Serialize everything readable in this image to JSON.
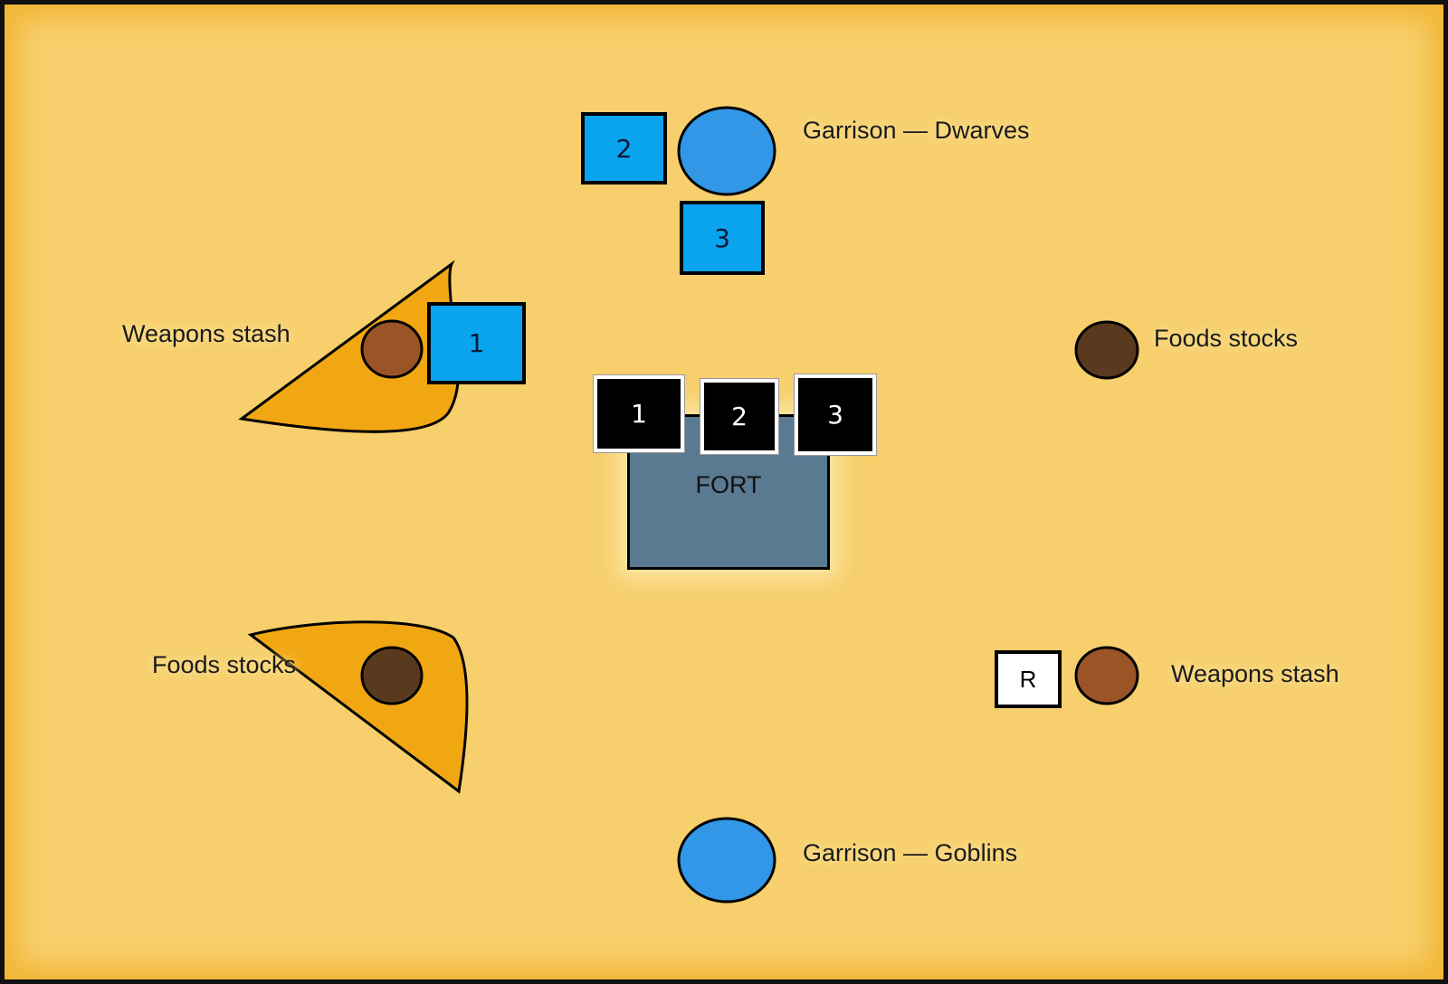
{
  "labels": {
    "garrison_dwarves": "Garrison  —  Dwarves",
    "garrison_goblins": "Garrison  —  Goblins",
    "weapons_stash_west": "Weapons stash",
    "weapons_stash_east": "Weapons stash",
    "foods_stocks_west": "Foods stocks",
    "foods_stocks_east": "Foods stocks",
    "fort": "FORT"
  },
  "blue_units": [
    "1",
    "2",
    "3"
  ],
  "fort_units": [
    "1",
    "2",
    "3"
  ],
  "reserve_marker": "R",
  "colors": {
    "background": "#f7cf6c",
    "garrison": "#3197e6",
    "blue_unit": "#0aa3ee",
    "fort": "#5a7a92",
    "weapons_stash": "#9a5426",
    "foods_stocks": "#5a3a1f",
    "terrain": "#f0a712"
  }
}
